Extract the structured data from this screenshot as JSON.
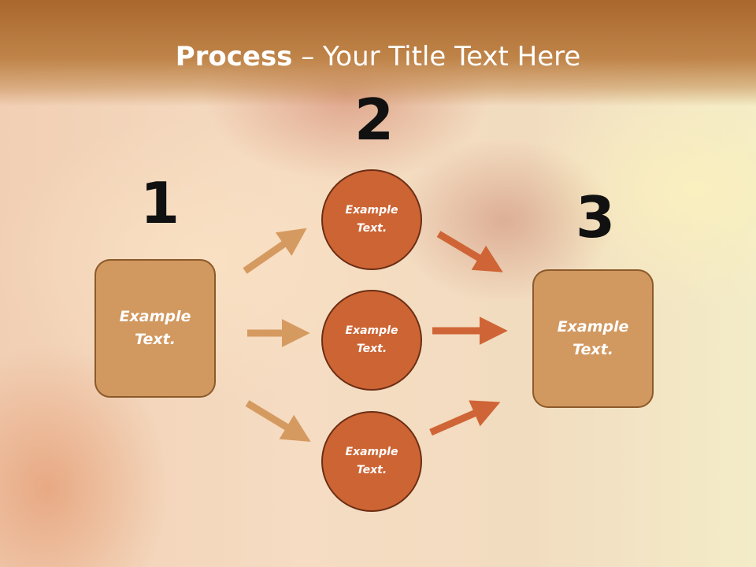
{
  "slide": {
    "title_bold": "Process",
    "title_rest": " – Your Title Text Here"
  },
  "steps": {
    "step1": {
      "number": "1",
      "text": "Example Text."
    },
    "step2": {
      "number": "2",
      "circles": [
        "Example Text.",
        "Example Text.",
        "Example Text."
      ]
    },
    "step3": {
      "number": "3",
      "text": "Example Text."
    }
  },
  "colors": {
    "header": "#b97a3e",
    "box_fill": "#d1985f",
    "circle_fill": "#cd6433",
    "arrow_light": "#d59a60",
    "arrow_dark": "#cf6536"
  }
}
